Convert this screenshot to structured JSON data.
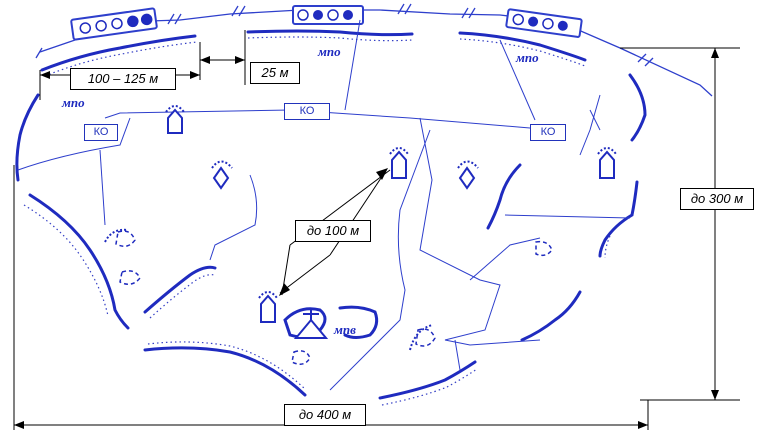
{
  "labels": {
    "mpo_1": "мпо",
    "mpo_2": "мпо",
    "mpo_3": "мпо",
    "mpv": "мпв",
    "ko_1": "КО",
    "ko_2": "КО",
    "ko_3": "КО"
  },
  "dimensions": {
    "d_100_125": "100 – 125 м",
    "d_25": "25 м",
    "d_300": "до 300 м",
    "d_100": "до 100 м",
    "d_400": "до 400 м"
  },
  "colors": {
    "primary": "#1f2bbf",
    "line": "#2e3fcc",
    "dimension": "#000000"
  }
}
